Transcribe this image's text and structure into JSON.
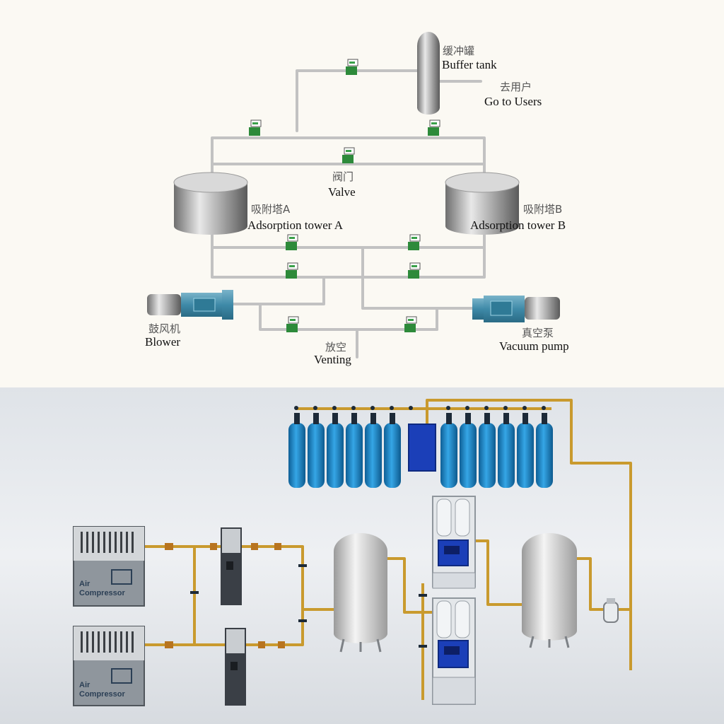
{
  "schematic": {
    "buffer_tank": {
      "cn": "缓冲罐",
      "en": "Buffer tank"
    },
    "users": {
      "cn": "去用户",
      "en": "Go to Users"
    },
    "valve": {
      "cn": "阀门",
      "en": "Valve"
    },
    "tower_a": {
      "cn": "吸附塔A",
      "en": "Adsorption tower A"
    },
    "tower_b": {
      "cn": "吸附塔B",
      "en": "Adsorption tower B"
    },
    "blower": {
      "cn": "鼓风机",
      "en": "Blower"
    },
    "vacuum_pump": {
      "cn": "真空泵",
      "en": "Vacuum pump"
    },
    "venting": {
      "cn": "放空",
      "en": "Venting"
    }
  },
  "plant": {
    "compressor_label_line1": "Air",
    "compressor_label_line2": "Compressor"
  },
  "colors": {
    "pipe": "#c8c8c8",
    "brass_pipe": "#c99a2e",
    "cylinder_blue": "#1f86c9",
    "dryer_blue": "#1b3fb8"
  }
}
